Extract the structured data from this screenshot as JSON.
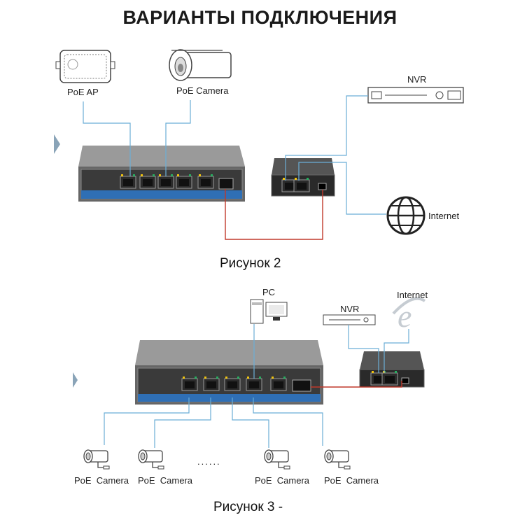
{
  "title": "ВАРИАНТЫ ПОДКЛЮЧЕНИЯ",
  "figure2": {
    "caption": "Рисунок 2",
    "labels": {
      "poe_ap": "PoE AP",
      "poe_camera": "PoE Camera",
      "nvr": "NVR",
      "internet": "Internet"
    }
  },
  "figure3": {
    "caption": "Рисунок 3 -",
    "labels": {
      "pc": "PC",
      "nvr": "NVR",
      "internet": "Internet",
      "dots": "......",
      "cameras": [
        "PoE  Camera",
        "PoE  Camera",
        "PoE  Camera",
        "PoE  Camera"
      ]
    }
  },
  "colors": {
    "link_blue": "#6baed6",
    "link_red": "#c0392b",
    "switch_body": "#7d7d7d",
    "port_green": "#27ae60"
  }
}
